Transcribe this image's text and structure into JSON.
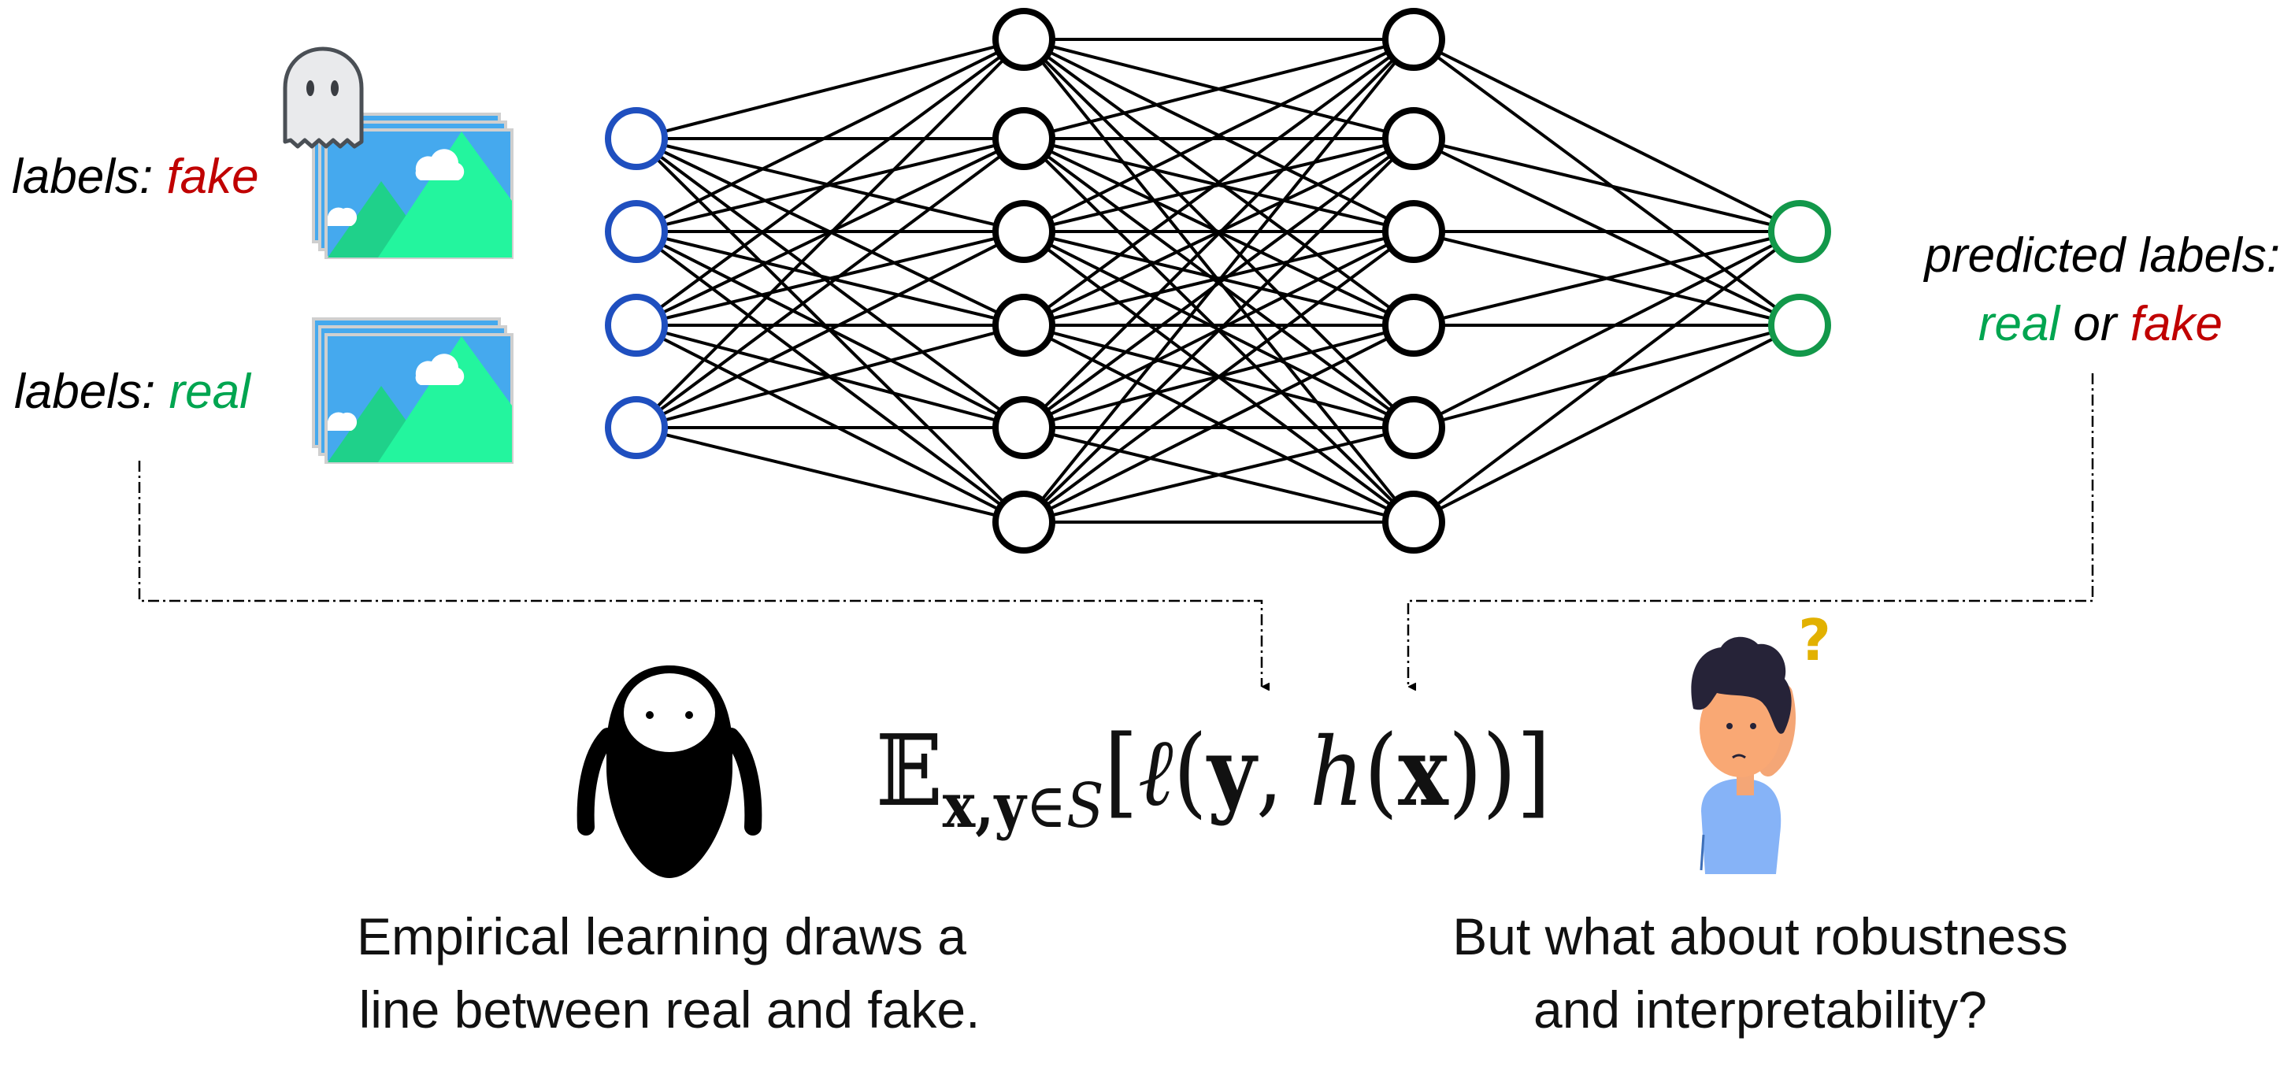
{
  "colors": {
    "input_node": "#1f4fbf",
    "hidden_node": "#000000",
    "output_node": "#12984a",
    "fake_text": "#c00000",
    "real_text": "#00a550",
    "question_mark": "#e2b100"
  },
  "network": {
    "layer_sizes": [
      4,
      6,
      6,
      2
    ]
  },
  "left_labels": {
    "fake": {
      "prefix": "labels: ",
      "value": "fake"
    },
    "real": {
      "prefix": "labels: ",
      "value": "real"
    }
  },
  "right_label": {
    "title": "predicted labels:",
    "real": "real",
    "or": " or ",
    "fake": "fake"
  },
  "formula": {
    "expectation": "𝔼",
    "sub_vars": "x,y",
    "sub_in": "∈S",
    "open": "[",
    "loss": "ℓ",
    "paren_open": "(",
    "y": "y",
    "comma": ", ",
    "h": "h",
    "paren_open2": "(",
    "x": "x",
    "close": "))]"
  },
  "captions": {
    "left": [
      "Empirical learning draws a",
      "line between real and fake."
    ],
    "right": [
      "But what about robustness",
      "and interpretability?"
    ]
  },
  "icons": {
    "fake_marker": "ghost-icon",
    "images": "image-stack-icon",
    "learner": "robot-icon",
    "human": "confused-person-icon",
    "question": "question-mark-icon"
  }
}
